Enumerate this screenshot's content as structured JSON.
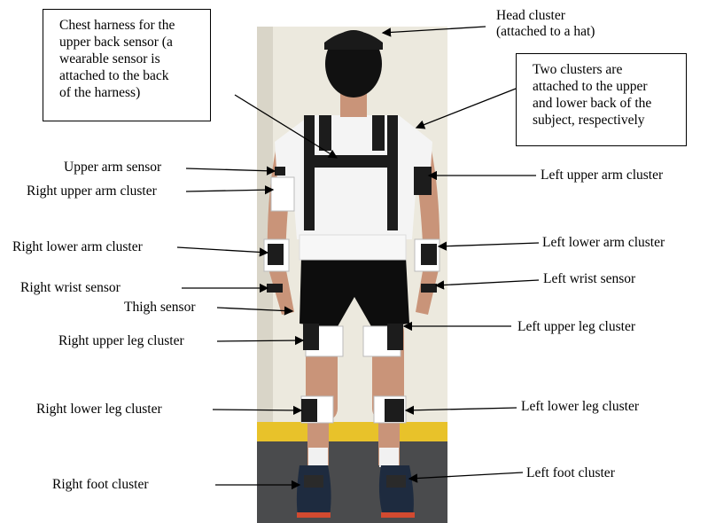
{
  "labels": {
    "head": [
      "Head cluster",
      "(attached to a hat)"
    ],
    "chest": [
      "Chest harness for the",
      "upper back sensor (a",
      "wearable sensor is",
      "attached to the back",
      "of the harness)"
    ],
    "back": [
      "Two clusters are",
      "attached to the upper",
      "and lower back of the",
      "subject, respectively"
    ],
    "upper_arm_sensor": "Upper arm sensor",
    "right_upper_arm": "Right upper arm cluster",
    "right_lower_arm": "Right lower arm cluster",
    "right_wrist": "Right wrist sensor",
    "thigh": "Thigh sensor",
    "right_upper_leg": "Right upper leg cluster",
    "right_lower_leg": "Right lower leg  cluster",
    "right_foot": "Right  foot cluster",
    "left_upper_arm": "Left upper arm cluster",
    "left_lower_arm": "Left lower arm cluster",
    "left_wrist": "Left wrist sensor",
    "left_upper_leg": "Left upper leg cluster",
    "left_lower_leg": "Left lower leg  cluster",
    "left_foot": "Left foot cluster"
  },
  "colors": {
    "wall": "#ece9de",
    "floor": "#4a4b4d",
    "tape": "#e8c22a",
    "shirt": "#f4f4f4",
    "harness": "#1c1c1c",
    "skin": "#c99479",
    "shorts": "#0d0d0d",
    "sock": "#f1f1f1",
    "shoe": "#1e2b3f",
    "sole": "#d24a30"
  }
}
